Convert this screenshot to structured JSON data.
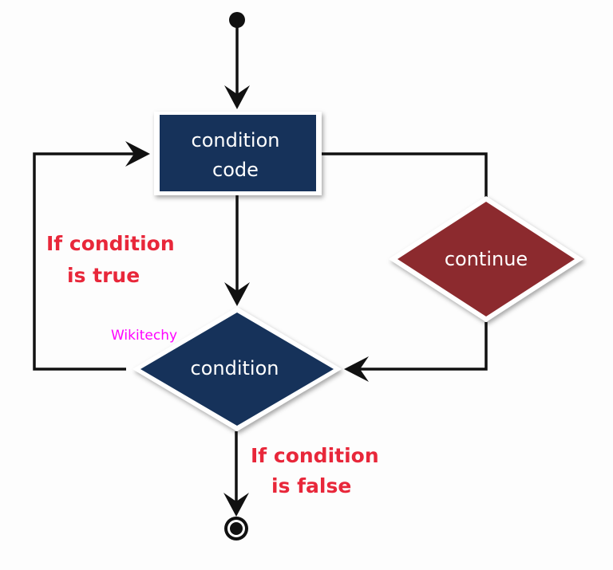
{
  "diagram": {
    "title": "Continue statement flowchart",
    "nodes": {
      "condition_code": {
        "line1": "condition",
        "line2": "code"
      },
      "condition": {
        "label": "condition"
      },
      "continue": {
        "label": "continue"
      }
    },
    "labels": {
      "true_line1": "If condition",
      "true_line2": "is true",
      "false_line1": "If condition",
      "false_line2": "is false"
    },
    "watermark": "Wikitechy",
    "colors": {
      "navy": "#15335a",
      "maroon": "#8c2b2e",
      "label_red": "#e8273a",
      "watermark": "#ff00ff"
    },
    "edges": [
      {
        "from": "start",
        "to": "condition_code"
      },
      {
        "from": "condition_code",
        "to": "condition"
      },
      {
        "from": "condition",
        "to": "condition_code",
        "label": "If condition is true"
      },
      {
        "from": "condition_code",
        "to": "continue"
      },
      {
        "from": "continue",
        "to": "condition"
      },
      {
        "from": "condition",
        "to": "end",
        "label": "If condition is false"
      }
    ]
  }
}
